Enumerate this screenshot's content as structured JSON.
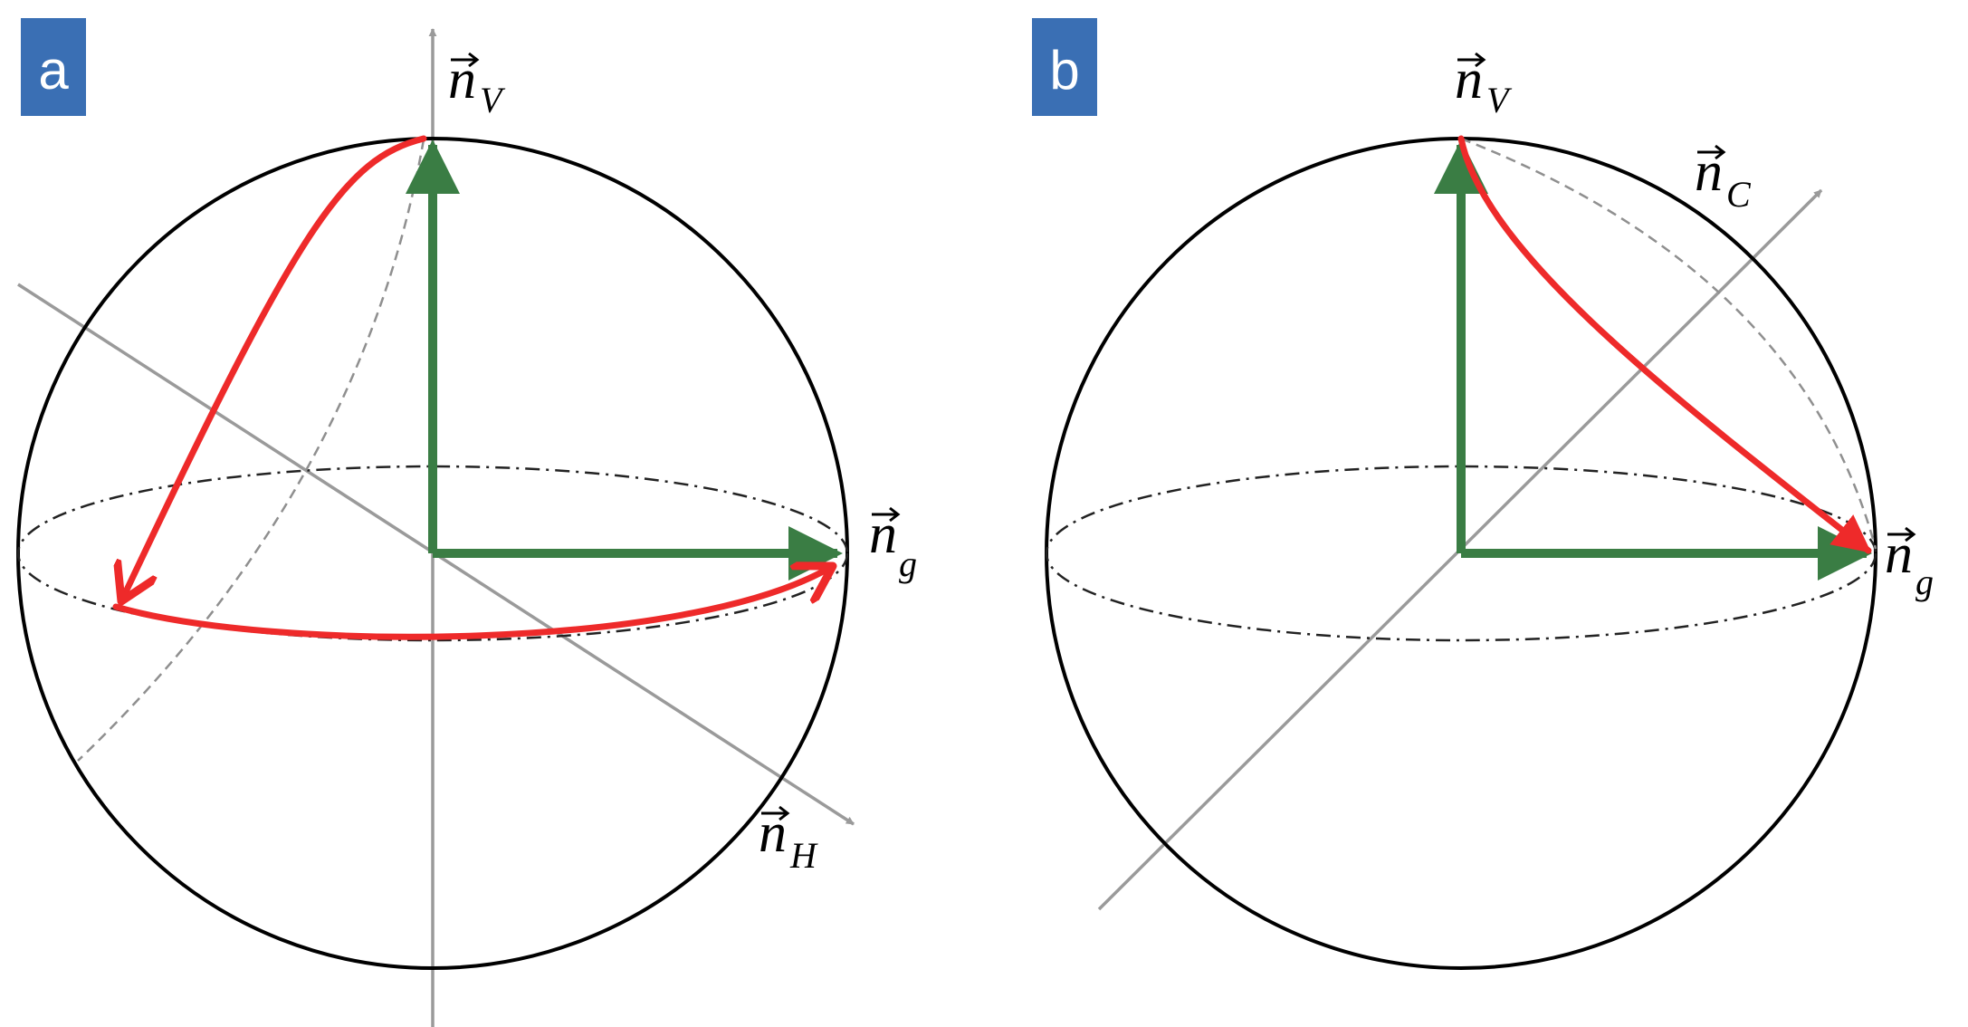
{
  "panels": [
    {
      "label": "a",
      "labels": {
        "vertical": "V",
        "ground": "g",
        "horizontal": "H"
      }
    },
    {
      "label": "b",
      "labels": {
        "vertical": "V",
        "ground": "g",
        "circular": "C"
      }
    }
  ],
  "vector_base": "n",
  "colors": {
    "sphere": "#000000",
    "axis": "#9a9a9a",
    "vector": "#3a7d44",
    "path": "#ee2a2a",
    "badge": "#3a6fb4"
  }
}
